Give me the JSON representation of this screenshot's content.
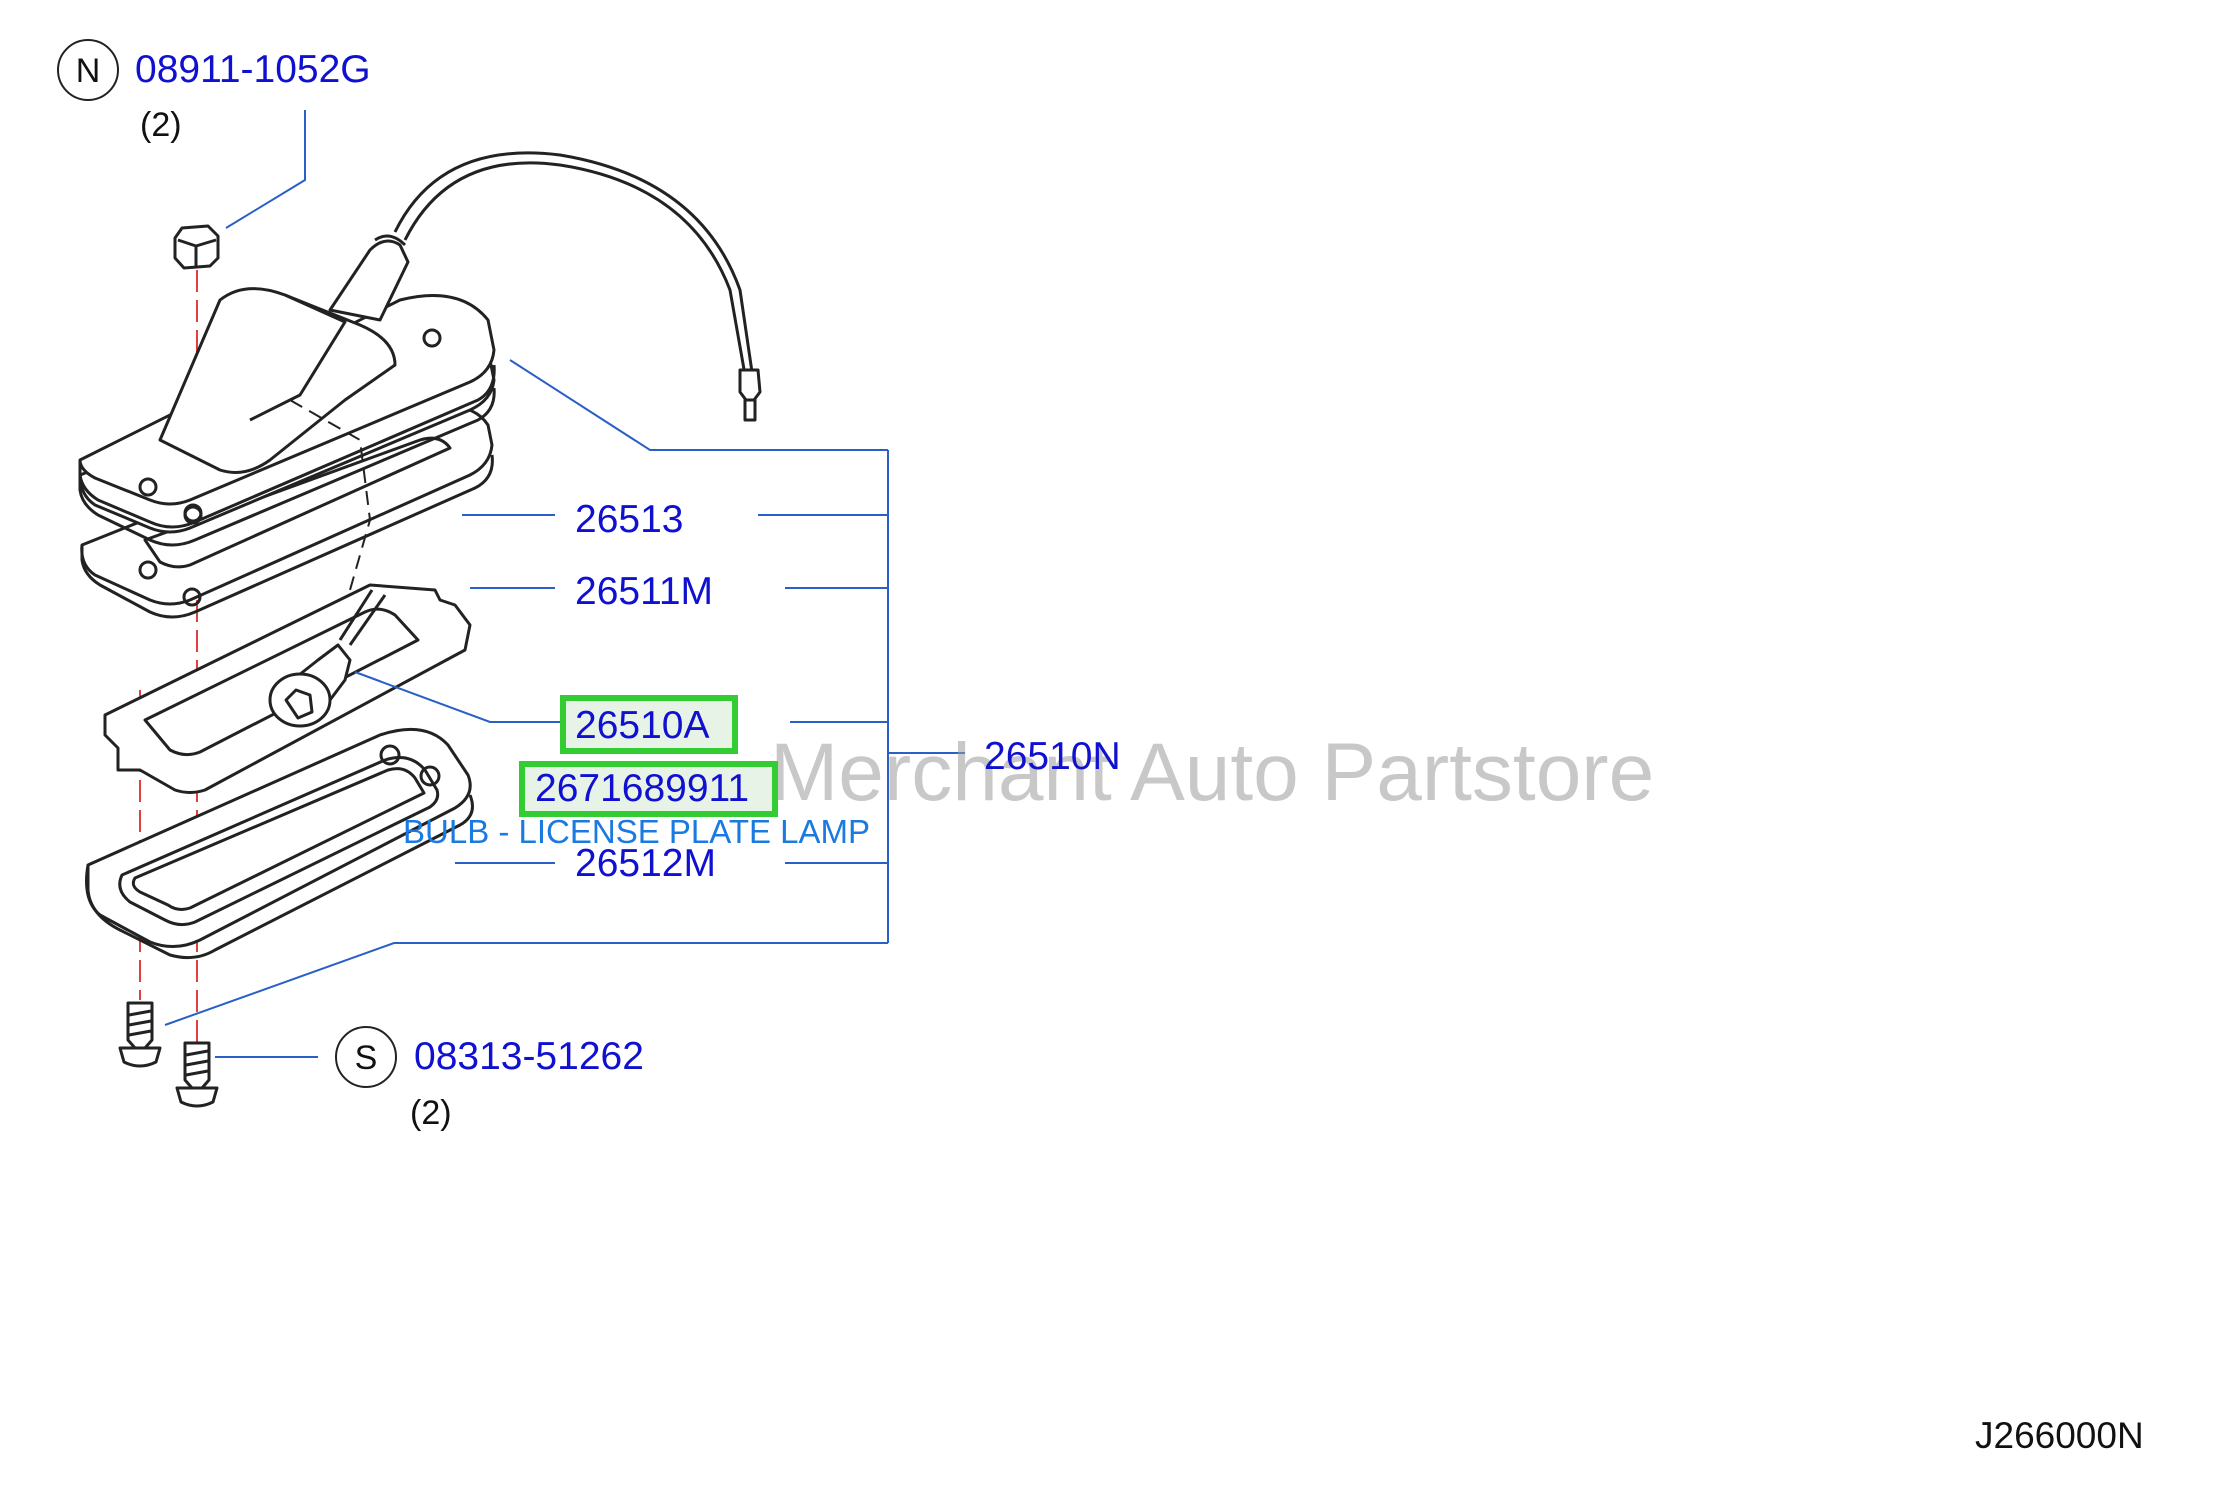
{
  "diagram": {
    "nut": {
      "letter": "N",
      "part_number": "08911-1052G",
      "quantity": "(2)"
    },
    "screw": {
      "letter": "S",
      "part_number": "08313-51262",
      "quantity": "(2)"
    },
    "parts": {
      "gasket_upper": "26513",
      "gasket_lower": "26511M",
      "socket": "26510A",
      "bulb": "2671689911",
      "lens": "26512M",
      "assembly": "26510N"
    },
    "bulb_description": "BULB - LICENSE PLATE LAMP",
    "watermark": "Merchant Auto Partstore",
    "figure_code": "J266000N",
    "colors": {
      "part_number": "#1010d0",
      "leader_line": "#2a5fc8",
      "highlight_border": "#33cc33",
      "description": "#1a7ae0",
      "center_line": "#e04040"
    }
  }
}
